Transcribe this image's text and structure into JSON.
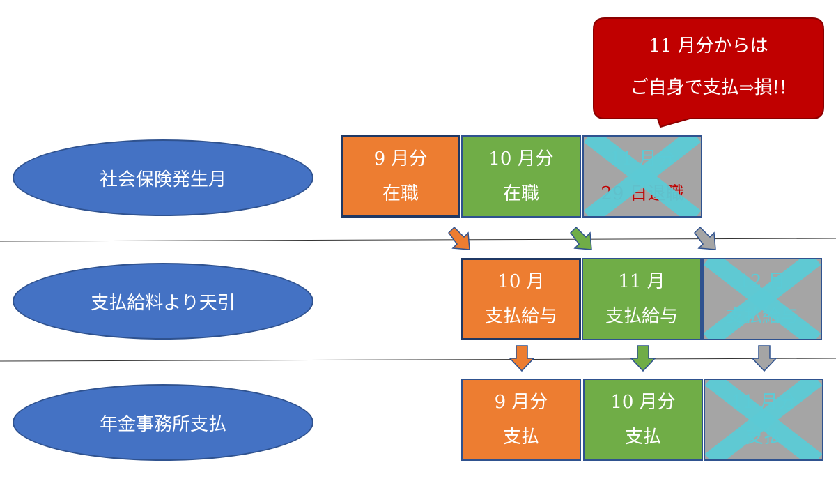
{
  "rows": [
    {
      "label": "社会保険発生月"
    },
    {
      "label": "支払給料より天引"
    },
    {
      "label": "年金事務所支払"
    }
  ],
  "row1": [
    {
      "line1": "9 月分",
      "line2": "在職",
      "color": "orange"
    },
    {
      "line1": "10 月分",
      "line2": "在職",
      "color": "green"
    },
    {
      "line1": "11 月分",
      "line2": "29 日退職",
      "color": "gray",
      "crossed": true
    }
  ],
  "row2": [
    {
      "line1": "10 月",
      "line2": "支払給与",
      "color": "orange"
    },
    {
      "line1": "11 月",
      "line2": "支払給与",
      "color": "green"
    },
    {
      "line1": "12 月",
      "line2": "支払給与",
      "color": "gray",
      "crossed": true
    }
  ],
  "row3": [
    {
      "line1": "9 月分",
      "line2": "支払",
      "color": "orange"
    },
    {
      "line1": "10 月分",
      "line2": "支払",
      "color": "green"
    },
    {
      "line1": "11 月分",
      "line2": "支払",
      "color": "gray",
      "crossed": true
    }
  ],
  "callout": {
    "line1": "11 月分からは",
    "line2": "ご自身で支払⇒損!!"
  },
  "colors": {
    "orange": "#ed7d31",
    "green": "#70ad47",
    "gray": "#a5a5a5",
    "blue": "#4472c4",
    "callout": "#c00000",
    "cross": "#5ccbd6"
  }
}
